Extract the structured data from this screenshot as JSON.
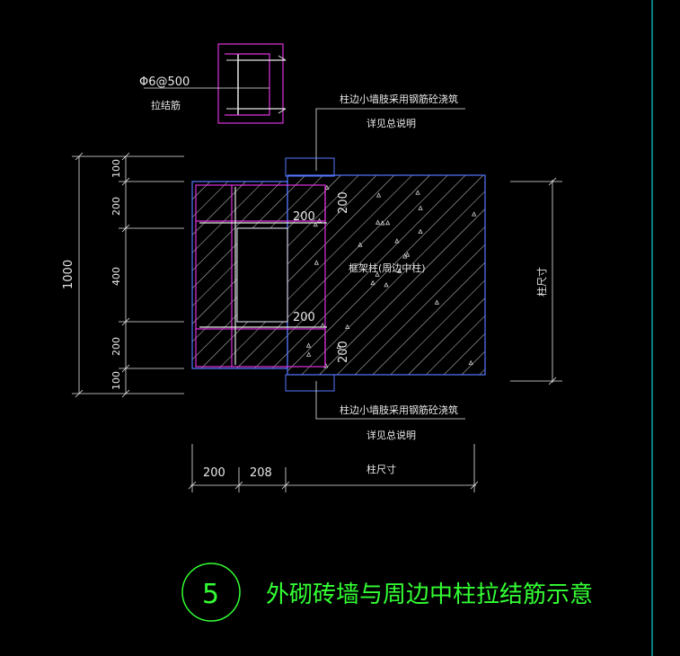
{
  "colors": {
    "background": "#000000",
    "dim": "#e8e8e8",
    "column": "#5577ff",
    "rebar": "#dd33dd",
    "hatch": "#d0d0d0",
    "title": "#33ff33",
    "frame": "#00d0d0"
  },
  "labels": {
    "tie_spec": "Φ6@500",
    "tie_name": "拉结筋",
    "note_top_1": "柱边小墙肢采用钢筋砼浇筑",
    "note_top_2": "详见总说明",
    "note_bottom_1": "柱边小墙肢采用钢筋砼浇筑",
    "note_bottom_2": "详见总说明",
    "column_label": "框架柱(周边中柱)",
    "column_size_right": "柱尺寸",
    "column_size_bottom": "柱尺寸",
    "inner_200_a": "200",
    "inner_200_b": "200",
    "inner_200_c": "200",
    "inner_200_d": "200"
  },
  "dims_left": {
    "total": "1000",
    "segments": [
      "100",
      "200",
      "400",
      "200",
      "100"
    ]
  },
  "dims_bottom": {
    "segments": [
      "200",
      "208"
    ]
  },
  "title": {
    "number": "5",
    "text": "外砌砖墙与周边中柱拉结筋示意"
  }
}
